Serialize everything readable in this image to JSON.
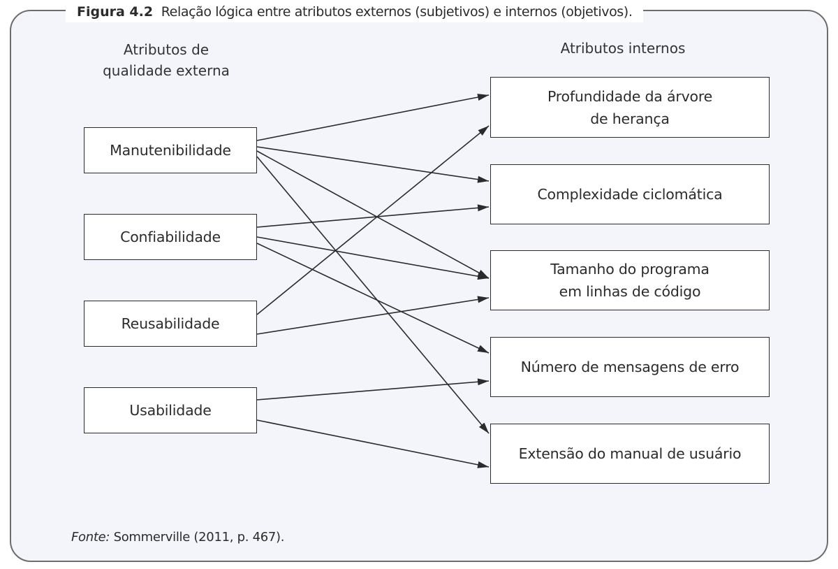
{
  "figure": {
    "label": "Figura 4.2",
    "title": "Relação lógica entre atributos externos (subjetivos) e internos (objetivos)."
  },
  "columns": {
    "external_header": "Atributos de\nqualidade externa",
    "internal_header": "Atributos internos"
  },
  "external_attributes": [
    {
      "id": "manutenibilidade",
      "label": "Manutenibilidade"
    },
    {
      "id": "confiabilidade",
      "label": "Confiabilidade"
    },
    {
      "id": "reusabilidade",
      "label": "Reusabilidade"
    },
    {
      "id": "usabilidade",
      "label": "Usabilidade"
    }
  ],
  "internal_attributes": [
    {
      "id": "profundidade",
      "label": "Profundidade da árvore\nde herança"
    },
    {
      "id": "complexidade",
      "label": "Complexidade ciclomática"
    },
    {
      "id": "tamanho",
      "label": "Tamanho do programa\nem linhas de código"
    },
    {
      "id": "mensagens",
      "label": "Número de mensagens de erro"
    },
    {
      "id": "manual",
      "label": "Extensão do manual de usuário"
    }
  ],
  "relations": [
    {
      "from": "manutenibilidade",
      "to": "profundidade"
    },
    {
      "from": "manutenibilidade",
      "to": "complexidade"
    },
    {
      "from": "manutenibilidade",
      "to": "tamanho"
    },
    {
      "from": "manutenibilidade",
      "to": "manual"
    },
    {
      "from": "confiabilidade",
      "to": "complexidade"
    },
    {
      "from": "confiabilidade",
      "to": "tamanho"
    },
    {
      "from": "confiabilidade",
      "to": "mensagens"
    },
    {
      "from": "reusabilidade",
      "to": "profundidade"
    },
    {
      "from": "reusabilidade",
      "to": "tamanho"
    },
    {
      "from": "usabilidade",
      "to": "mensagens"
    },
    {
      "from": "usabilidade",
      "to": "manual"
    }
  ],
  "source": {
    "label": "Fonte:",
    "text": "Sommerville (2011, p. 467)."
  },
  "colors": {
    "frame_border": "#6d6d6d",
    "background": "#f4f5fa",
    "line": "#2b2b2b"
  }
}
